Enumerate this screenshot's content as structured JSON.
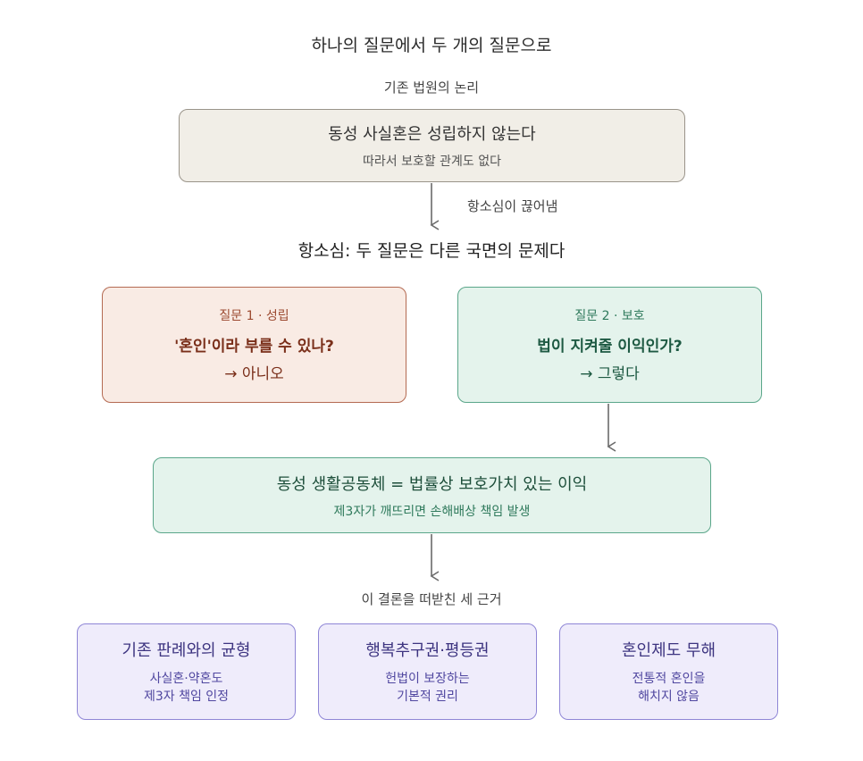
{
  "title": "하나의 질문에서 두 개의 질문으로",
  "old_logic": {
    "label": "기존 법원의 논리",
    "line1": "동성 사실혼은 성립하지 않는다",
    "line2": "따라서 보호할 관계도 없다"
  },
  "split_label": "항소심이 끊어냄",
  "split_heading": "항소심: 두 질문은 다른 국면의 문제다",
  "q1": {
    "tag": "질문 1 · 성립",
    "question": "'혼인'이라 부를 수 있나?",
    "answer": "→ 아니오"
  },
  "q2": {
    "tag": "질문 2 · 보호",
    "question": "법이 지켜줄 이익인가?",
    "answer": "→ 그렇다"
  },
  "result": {
    "line1": "동성 생활공동체 = 법률상 보호가치 있는 이익",
    "line2": "제3자가 깨뜨리면 손해배상 책임 발생"
  },
  "grounds_label": "이 결론을 떠받친 세 근거",
  "grounds": [
    {
      "title": "기존 판례와의 균형",
      "line1": "사실혼·약혼도",
      "line2": "제3자 책임 인정"
    },
    {
      "title": "행복추구권·평등권",
      "line1": "헌법이 보장하는",
      "line2": "기본적 권리"
    },
    {
      "title": "혼인제도 무해",
      "line1": "전통적 혼인을",
      "line2": "해치지 않음"
    }
  ],
  "colors": {
    "arrow": "#6b6b6b",
    "old_fill": "#f1eee7",
    "q1_fill": "#f9ebe4",
    "green_fill": "#e4f3ec",
    "purple_fill": "#efecfb"
  }
}
